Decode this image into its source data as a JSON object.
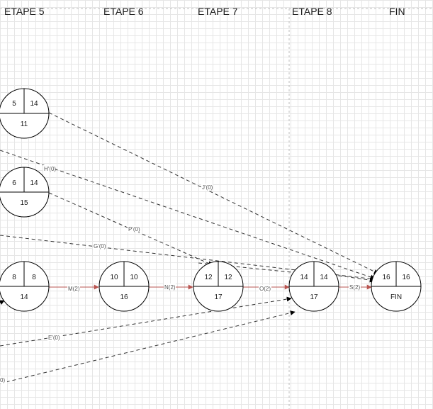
{
  "stages": [
    {
      "label": "ETAPE 5"
    },
    {
      "label": "ETAPE 6"
    },
    {
      "label": "ETAPE 7"
    },
    {
      "label": "ETAPE 8"
    },
    {
      "label": "FIN"
    }
  ],
  "nodes": [
    {
      "id": "n5a",
      "tl": "5",
      "tr": "14",
      "bottom": "11"
    },
    {
      "id": "n5b",
      "tl": "6",
      "tr": "14",
      "bottom": "15"
    },
    {
      "id": "n14",
      "tl": "8",
      "tr": "8",
      "bottom": "14"
    },
    {
      "id": "n16",
      "tl": "10",
      "tr": "10",
      "bottom": "16"
    },
    {
      "id": "n17a",
      "tl": "12",
      "tr": "12",
      "bottom": "17"
    },
    {
      "id": "n17b",
      "tl": "14",
      "tr": "14",
      "bottom": "17"
    },
    {
      "id": "fin",
      "tl": "16",
      "tr": "16",
      "bottom": "FIN"
    }
  ],
  "edges": [
    {
      "id": "e-J",
      "label": "J'(0)",
      "dashed": true
    },
    {
      "id": "e-H",
      "label": "H'(0)",
      "dashed": true
    },
    {
      "id": "e-P",
      "label": "P'(0)",
      "dashed": true
    },
    {
      "id": "e-G",
      "label": "G'(0)",
      "dashed": true
    },
    {
      "id": "e-M",
      "label": "M(2)",
      "dashed": false
    },
    {
      "id": "e-N",
      "label": "N(2)",
      "dashed": false
    },
    {
      "id": "e-O",
      "label": "O(2)",
      "dashed": false
    },
    {
      "id": "e-S",
      "label": "S(2)",
      "dashed": false
    },
    {
      "id": "e-E",
      "label": "E'(0)",
      "dashed": true
    },
    {
      "id": "e-X",
      "label": "0)",
      "dashed": true
    }
  ],
  "colors": {
    "critical": "#b85450",
    "line": "#333333",
    "node_stroke": "#000000"
  }
}
